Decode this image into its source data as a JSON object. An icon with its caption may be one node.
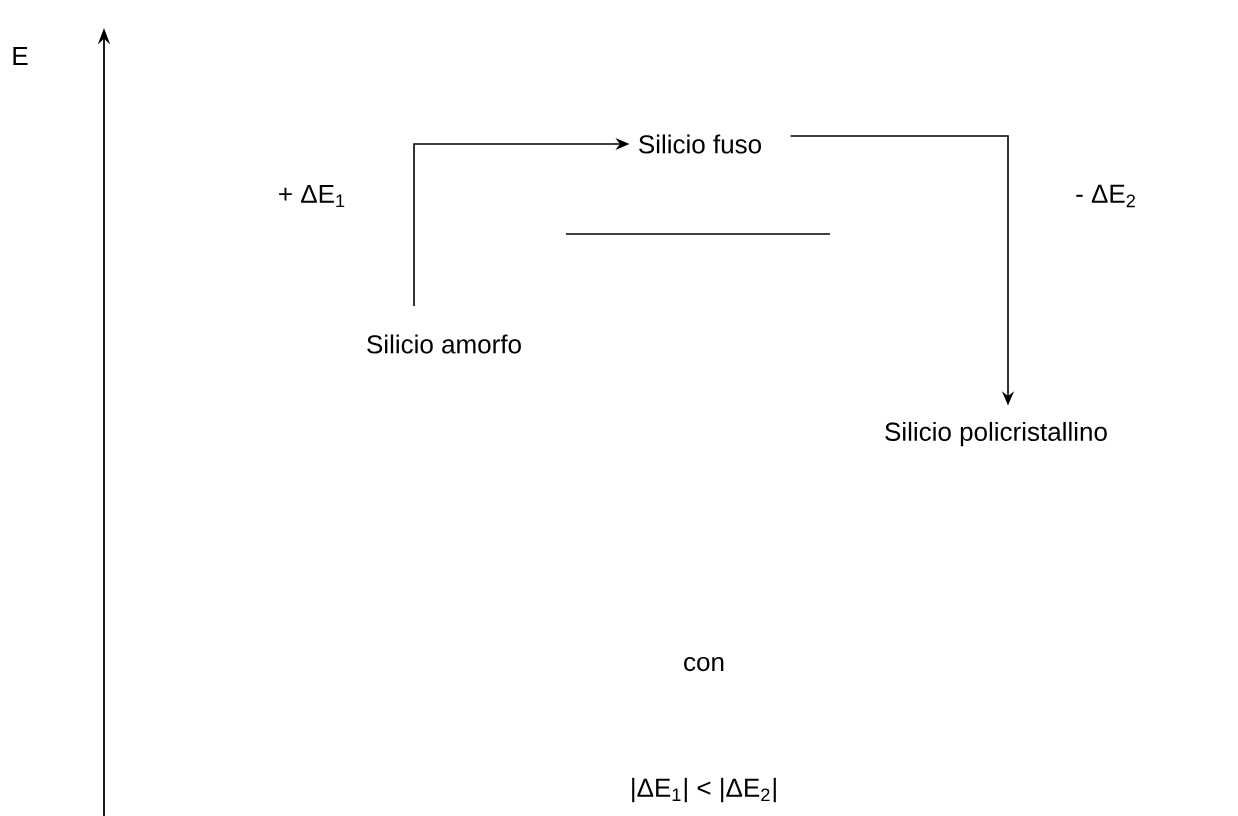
{
  "diagram": {
    "nodes": [
      {
        "text": [
          "Silicio fuso"
        ]
      },
      {
        "text": [
          "Silicio amorfo"
        ]
      },
      {
        "text": [
          "Silicio policristallino"
        ]
      }
    ],
    "edges": [
      {
        "from": 1,
        "to": 0,
        "arrow": "to",
        "label": "+ ΔE$_{1}$"
      },
      {
        "from": 0,
        "to": 2,
        "arrow": "to",
        "label": "- ΔE$_{2}$"
      }
    ],
    "labels": [
      "E",
      "con",
      "|ΔE$_{1}$| < |ΔE$_{2}$|"
    ]
  }
}
